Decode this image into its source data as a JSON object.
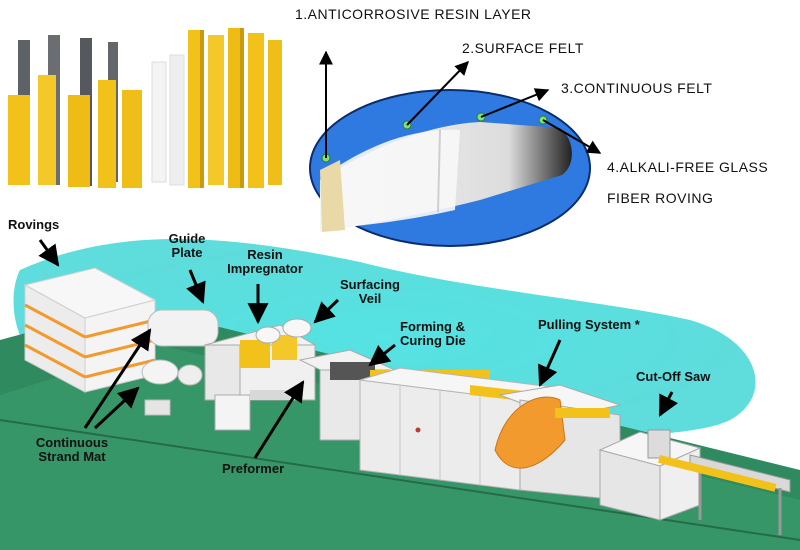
{
  "layer_labels": {
    "l1": "1.ANTICORROSIVE RESIN LAYER",
    "l2": "2.SURFACE FELT",
    "l3": "3.CONTINUOUS FELT",
    "l4a": "4.ALKALI-FREE GLASS",
    "l4b": "FIBER ROVING"
  },
  "process_labels": {
    "rovings": "Rovings",
    "guide_plate_1": "Guide",
    "guide_plate_2": "Plate",
    "resin_1": "Resin",
    "resin_2": "Impregnator",
    "veil_1": "Surfacing",
    "veil_2": "Veil",
    "die_1": "Forming &",
    "die_2": "Curing Die",
    "pulling": "Pulling System *",
    "saw": "Cut-Off Saw",
    "mat_1": "Continuous",
    "mat_2": "Strand Mat",
    "preformer": "Preformer"
  },
  "colors": {
    "product_yellow": "#f2c21b",
    "product_grey": "#5e6266",
    "ellipse_blue": "#2f7ae0",
    "cyan_glow": "#43d6d6",
    "floor_green": "#2f8a5f",
    "machine_white": "#eeeeee",
    "roller_orange": "#f29a2e",
    "marker_green": "#7fe07a"
  }
}
